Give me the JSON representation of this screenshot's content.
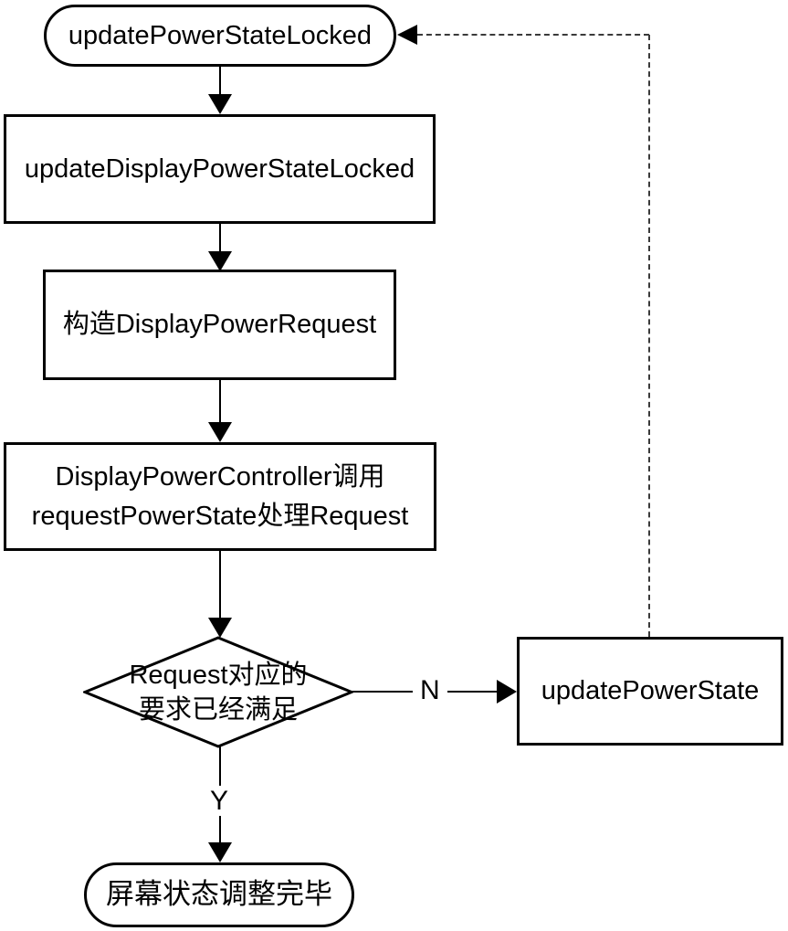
{
  "flowchart": {
    "nodes": {
      "start": {
        "label": "updatePowerStateLocked",
        "type": "terminator"
      },
      "update_display": {
        "label": "updateDisplayPowerStateLocked",
        "type": "process"
      },
      "build_request": {
        "label": "构造DisplayPowerRequest",
        "type": "process"
      },
      "controller_call": {
        "line1": "DisplayPowerController调用",
        "line2": "requestPowerState处理Request",
        "type": "process"
      },
      "decision": {
        "line1": "Request对应的",
        "line2": "要求已经满足",
        "type": "decision"
      },
      "update_power_state": {
        "label": "updatePowerState",
        "type": "process"
      },
      "end": {
        "label": "屏幕状态调整完毕",
        "type": "terminator"
      }
    },
    "edge_labels": {
      "no": "N",
      "yes": "Y"
    },
    "colors": {
      "stroke": "#000000",
      "canvas_bg": "#ffffff",
      "dashed_line": "#3a3a3a"
    }
  }
}
